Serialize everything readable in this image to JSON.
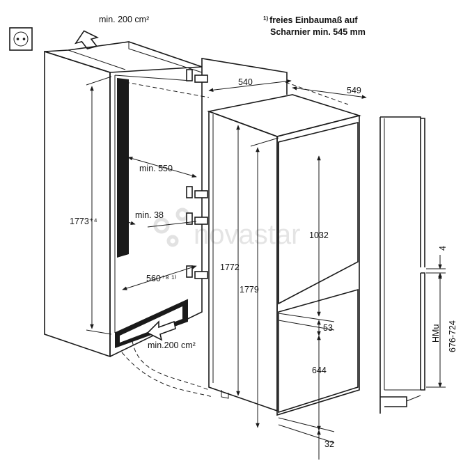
{
  "note": {
    "superscript": "1)",
    "line1": "freies Einbaumaß auf",
    "line2": "Scharnier min. 545 mm"
  },
  "labels": {
    "vent_top": "min. 200 cm²",
    "vent_bottom": "min.200 cm²",
    "depth_540": "540",
    "width_549": "549",
    "min_550": "min. 550",
    "min_38": "min. 38",
    "niche_height": "1773⁺⁴",
    "niche_width": "560⁺⁸ ¹⁾",
    "height_1772": "1772",
    "height_1779": "1779",
    "door_1032": "1032",
    "gap_53": "53",
    "door_644": "644",
    "gap_32": "32",
    "gap_4": "4",
    "hmu": "HMu",
    "hmu_range": "676-724"
  },
  "watermark": "novastar",
  "icons": {
    "socket": "power-socket-icon",
    "vent_arrow_up": "airflow-up-arrow-icon",
    "vent_arrow_in": "airflow-in-arrow-icon"
  }
}
